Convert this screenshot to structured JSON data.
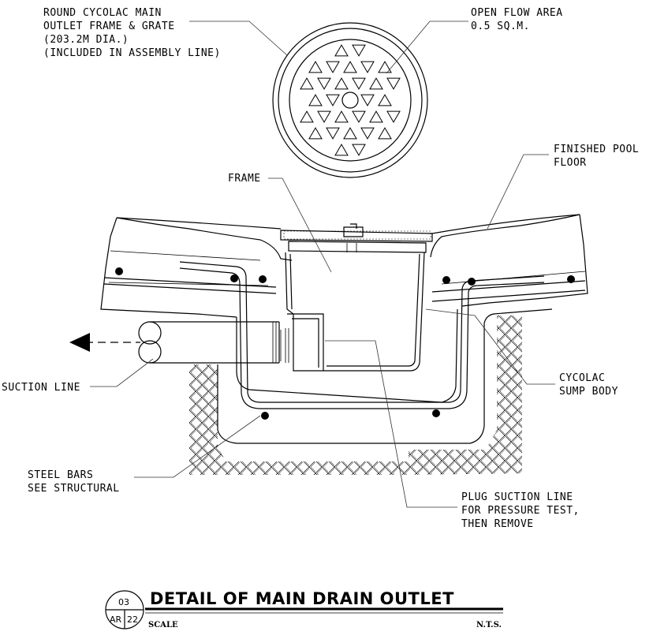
{
  "labels": {
    "grate": [
      "ROUND CYCOLAC MAIN",
      "OUTLET FRAME & GRATE",
      "(203.2M DIA.)",
      "(INCLUDED IN ASSEMBLY LINE)"
    ],
    "flow": [
      "OPEN FLOW AREA",
      "0.5 SQ.M."
    ],
    "floor": [
      "FINISHED POOL",
      "FLOOR"
    ],
    "frame": "FRAME",
    "sump": [
      "CYCOLAC",
      "SUMP BODY"
    ],
    "suction": "SUCTION LINE",
    "bars": [
      "STEEL BARS",
      "SEE STRUCTURAL"
    ],
    "plug": [
      "PLUG SUCTION LINE",
      "FOR PRESSURE TEST,",
      "THEN REMOVE"
    ]
  },
  "title_block": {
    "title": "DETAIL OF MAIN DRAIN OUTLET",
    "detail_no": "03",
    "sheet_prefix": "AR",
    "sheet_no": "22",
    "scale_label": "SCALE",
    "scale_value": "N.T.S."
  }
}
